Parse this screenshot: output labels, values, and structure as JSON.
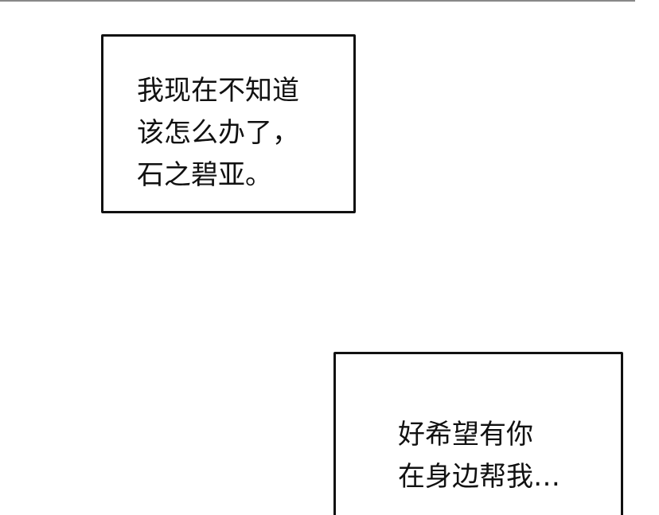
{
  "captions": [
    {
      "lines": [
        "我现在不知道",
        "该怎么办了，",
        "石之碧亚。"
      ]
    },
    {
      "lines": [
        "好希望有你",
        "在身边帮我…"
      ]
    }
  ],
  "colors": {
    "background": "#ffffff",
    "border": "#111111",
    "text": "#111111"
  }
}
